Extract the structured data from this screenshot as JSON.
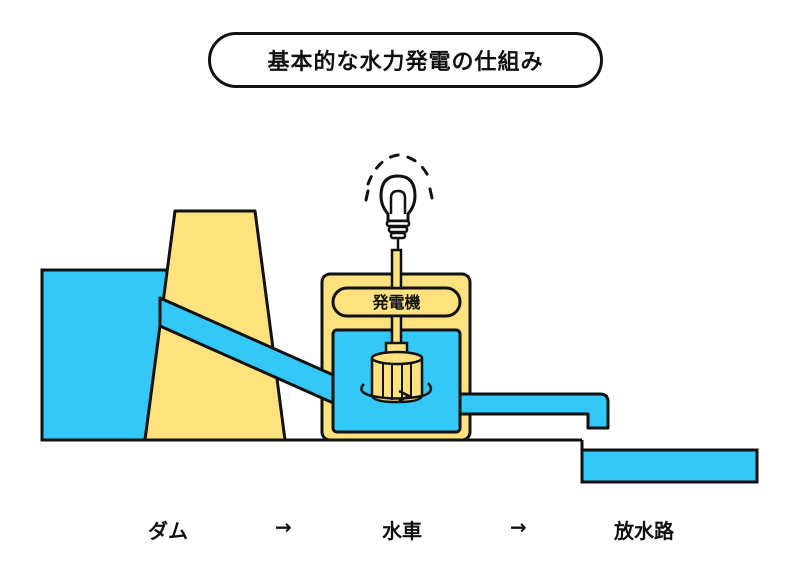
{
  "title": "基本的な水力発電の仕組み",
  "generator_label": "発電機",
  "flow": {
    "step1": "ダム",
    "arrow1": "→",
    "step2": "水車",
    "arrow2": "→",
    "step3": "放水路"
  },
  "colors": {
    "water": "#33c8f5",
    "dam": "#fde27e",
    "outline": "#111111"
  },
  "icons": [
    "light-bulb-icon",
    "rotation-arrow-icon"
  ]
}
